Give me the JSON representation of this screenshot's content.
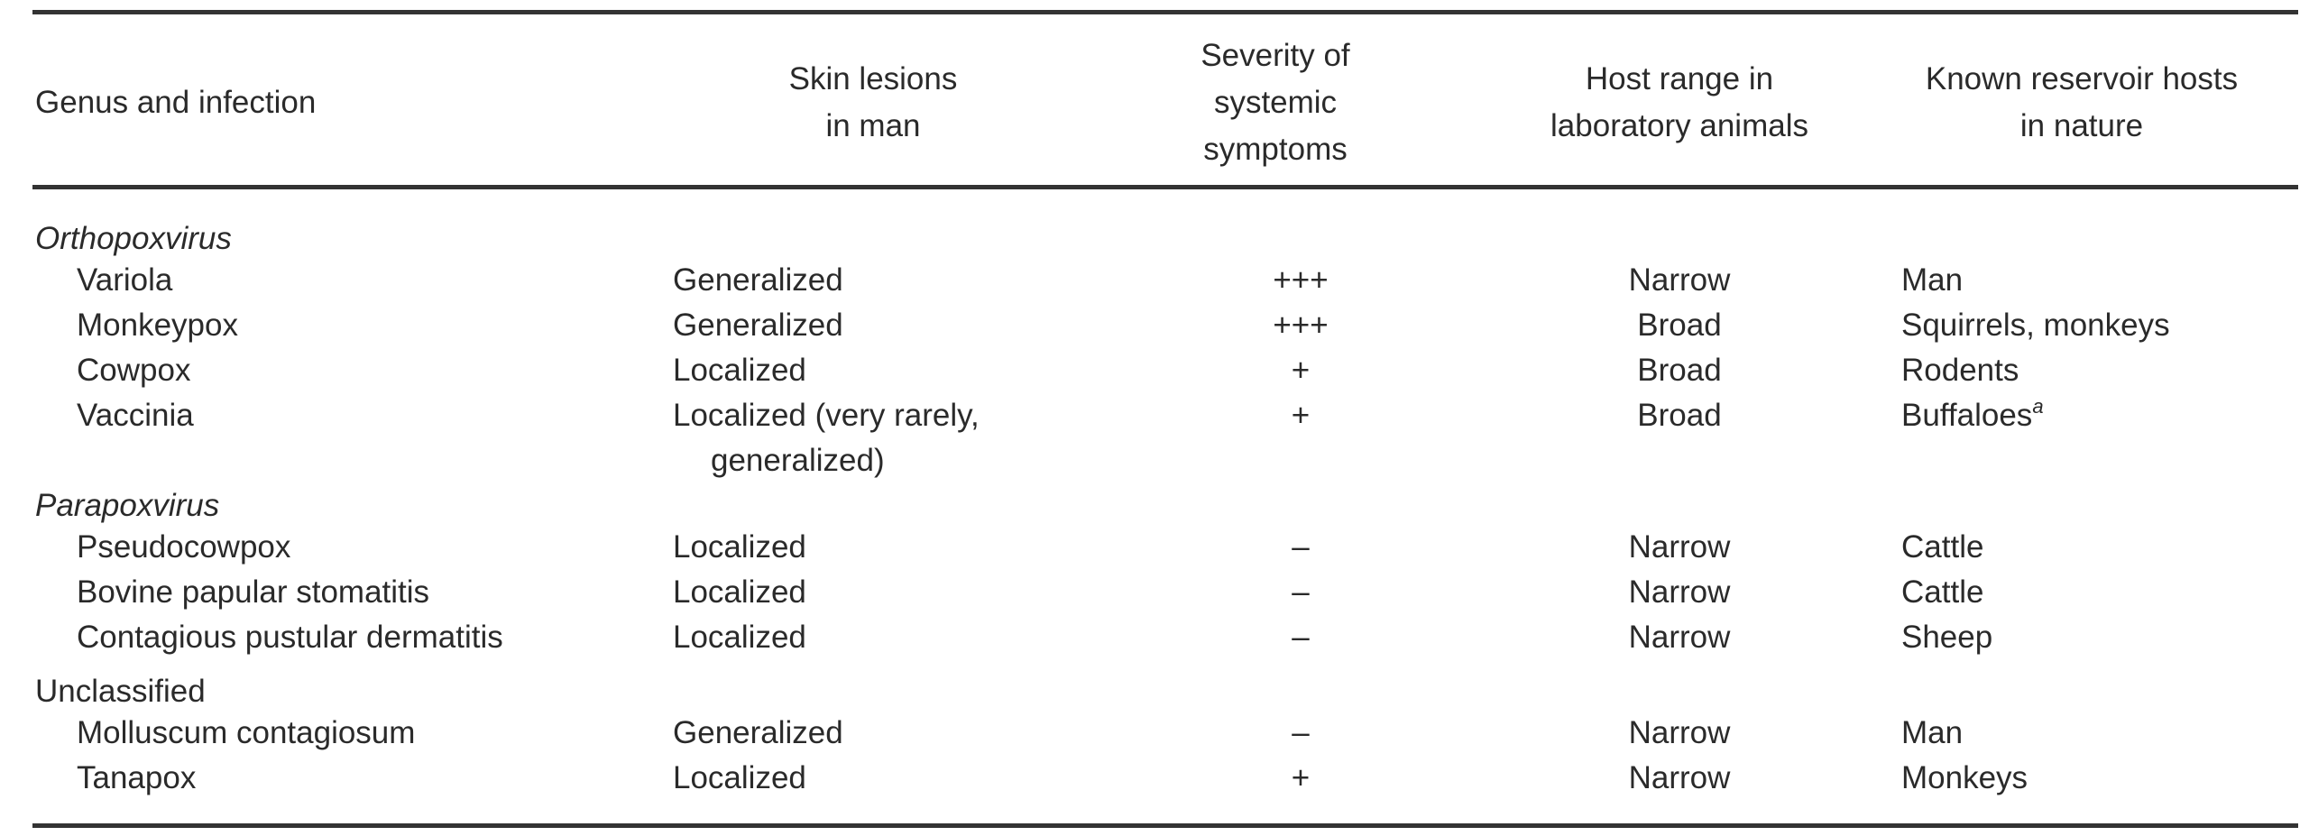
{
  "headers": {
    "genus": [
      "Genus and infection"
    ],
    "skin": [
      "Skin lesions",
      "in man"
    ],
    "severity": [
      "Severity of",
      "systemic",
      "symptoms"
    ],
    "host": [
      "Host range in",
      "laboratory animals"
    ],
    "reservoir": [
      "Known reservoir hosts",
      "in nature"
    ]
  },
  "groups": [
    {
      "genus": "Orthopoxvirus",
      "italic": true,
      "rows": [
        {
          "name": "Variola",
          "skin": "Generalized",
          "severity": "+++",
          "host": "Narrow",
          "reservoir": "Man"
        },
        {
          "name": "Monkeypox",
          "skin": "Generalized",
          "severity": "+++",
          "host": "Broad",
          "reservoir": "Squirrels, monkeys"
        },
        {
          "name": "Cowpox",
          "skin": "Localized",
          "severity": "+",
          "host": "Broad",
          "reservoir": "Rodents"
        },
        {
          "name": "Vaccinia",
          "skin": "Localized (very rarely,",
          "skin_cont": "generalized)",
          "severity": "+",
          "host": "Broad",
          "reservoir": "Buffaloes",
          "reservoir_note": "a"
        }
      ]
    },
    {
      "genus": "Parapoxvirus",
      "italic": true,
      "rows": [
        {
          "name": "Pseudocowpox",
          "skin": "Localized",
          "severity": "–",
          "host": "Narrow",
          "reservoir": "Cattle"
        },
        {
          "name": "Bovine papular stomatitis",
          "skin": "Localized",
          "severity": "–",
          "host": "Narrow",
          "reservoir": "Cattle"
        },
        {
          "name": "Contagious pustular dermatitis",
          "skin": "Localized",
          "severity": "–",
          "host": "Narrow",
          "reservoir": "Sheep"
        }
      ]
    },
    {
      "genus": "Unclassified",
      "italic": false,
      "rows": [
        {
          "name": "Molluscum contagiosum",
          "skin": "Generalized",
          "severity": "–",
          "host": "Narrow",
          "reservoir": "Man"
        },
        {
          "name": "Tanapox",
          "skin": "Localized",
          "severity": "+",
          "host": "Narrow",
          "reservoir": "Monkeys"
        }
      ]
    }
  ]
}
